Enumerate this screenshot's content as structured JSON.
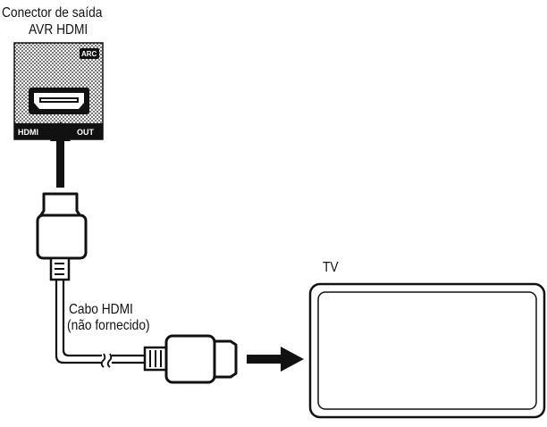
{
  "labels": {
    "connector_line1": "Conector de saída",
    "connector_line2": "AVR HDMI",
    "arc_badge": "ARC",
    "port_label_left": "HDMI",
    "port_label_right": "OUT",
    "tv": "TV",
    "cable_line1": "Cabo HDMI",
    "cable_line2": "(não fornecido)"
  },
  "colors": {
    "ink": "#111111",
    "panel_dots": "#1a1a1a",
    "background": "#ffffff"
  }
}
